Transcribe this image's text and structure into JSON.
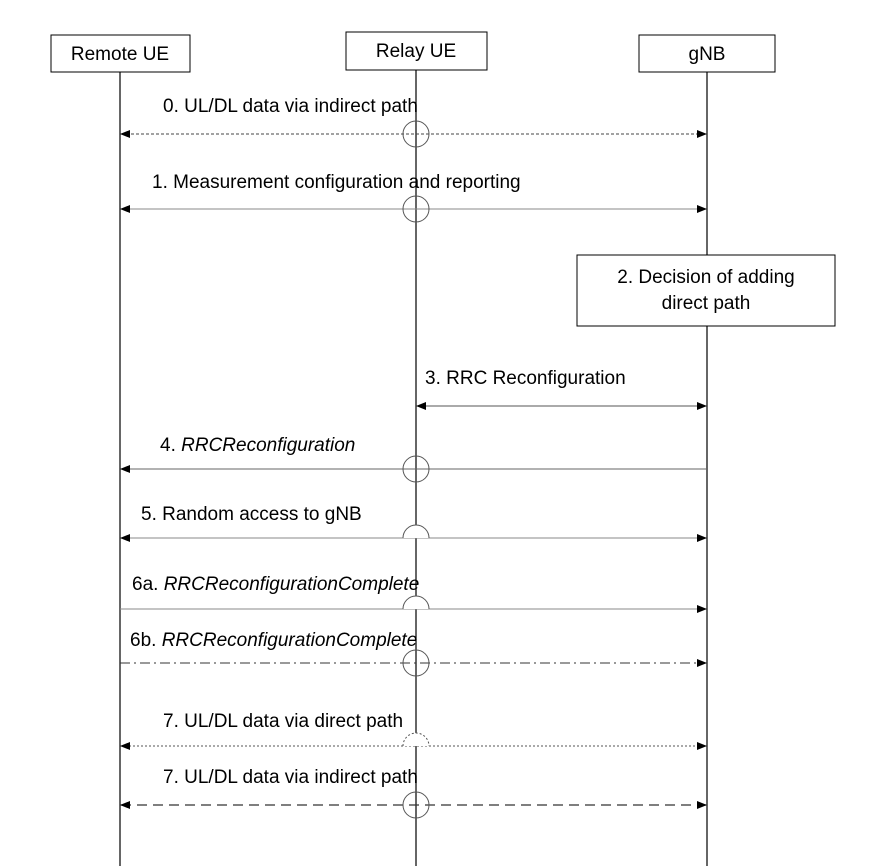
{
  "entities": {
    "remote_ue": "Remote UE",
    "relay_ue": "Relay UE",
    "gnb": "gNB"
  },
  "decision_box": {
    "line1": "2. Decision of adding",
    "line2": "direct path"
  },
  "messages": {
    "m0": {
      "prefix": "0. UL/DL data via indirect path",
      "italic": ""
    },
    "m1": {
      "prefix": "1. Measurement configuration and reporting",
      "italic": ""
    },
    "m3": {
      "prefix": "3. RRC Reconfiguration",
      "italic": ""
    },
    "m4": {
      "prefix": "4. ",
      "italic": "RRCReconfiguration"
    },
    "m5": {
      "prefix": "5. Random access to gNB",
      "italic": ""
    },
    "m6a": {
      "prefix": "6a. ",
      "italic": "RRCReconfigurationComplete"
    },
    "m6b": {
      "prefix": "6b. ",
      "italic": "RRCReconfigurationComplete"
    },
    "m7a": {
      "prefix": "7. UL/DL data via direct path",
      "italic": ""
    },
    "m7b": {
      "prefix": "7. UL/DL data via indirect path",
      "italic": ""
    }
  }
}
